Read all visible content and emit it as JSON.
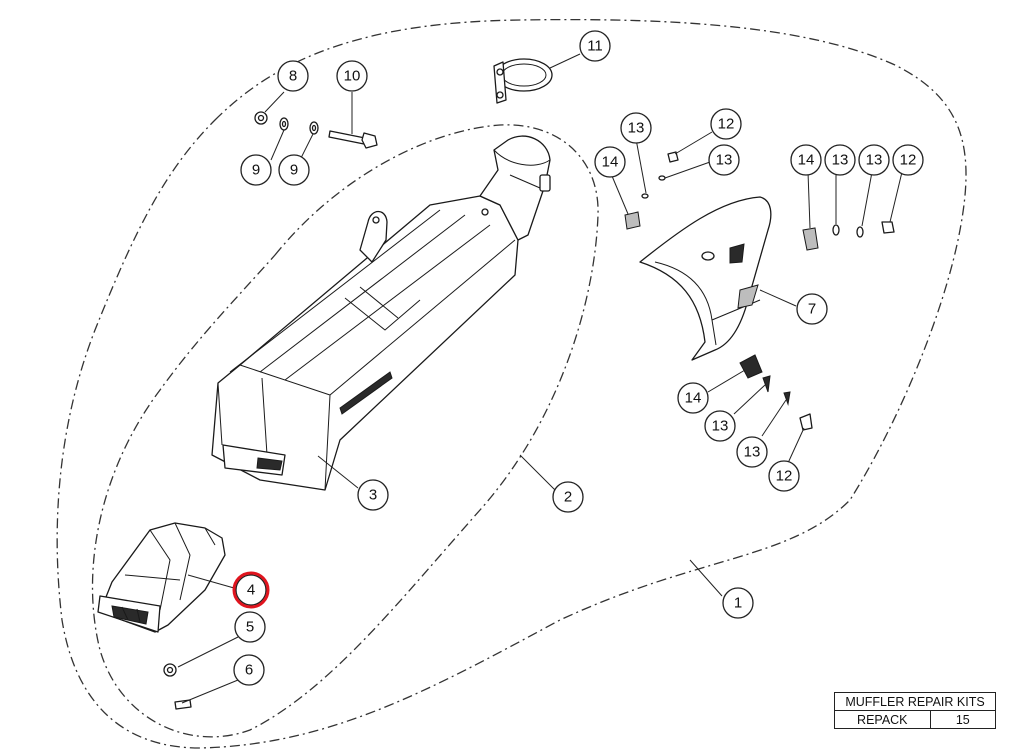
{
  "callouts": {
    "c1": "1",
    "c2": "2",
    "c3": "3",
    "c4": "4",
    "c5": "5",
    "c6": "6",
    "c7": "7",
    "c8": "8",
    "c9a": "9",
    "c9b": "9",
    "c10": "10",
    "c11": "11",
    "c12a": "12",
    "c12b": "12",
    "c12c": "12",
    "c13a": "13",
    "c13b": "13",
    "c13c": "13",
    "c13d": "13",
    "c13e": "13",
    "c13f": "13",
    "c14a": "14",
    "c14b": "14",
    "c14c": "14"
  },
  "highlight_color": "#e0141e",
  "kit_table": {
    "title": "MUFFLER REPAIR KITS",
    "rows": [
      {
        "name": "REPACK",
        "qty": "15"
      }
    ]
  }
}
